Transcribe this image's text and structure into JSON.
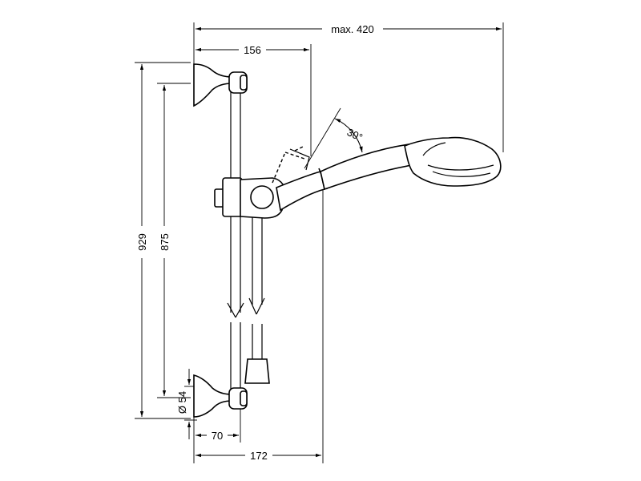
{
  "dimensions": {
    "max_width": "max. 420",
    "bracket_offset": "156",
    "angle": "30°",
    "total_height": "929",
    "mount_height": "875",
    "diameter": "Ø 54",
    "wall_to_rail": "70",
    "wall_to_slider": "172"
  }
}
